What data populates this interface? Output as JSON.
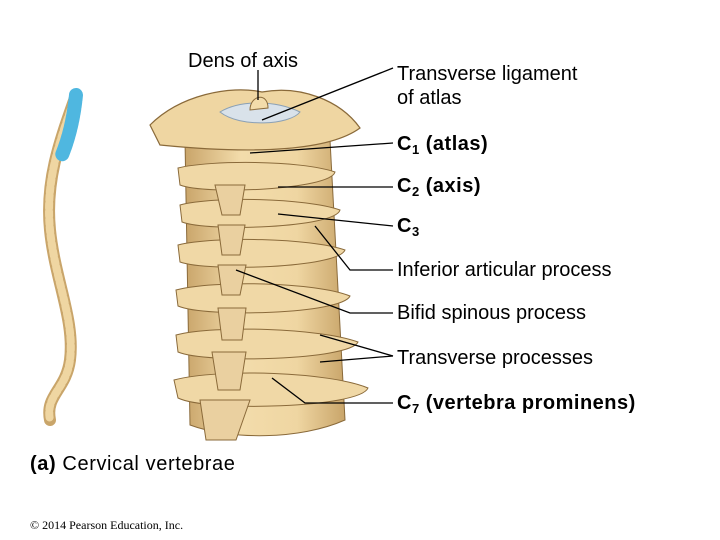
{
  "figure": {
    "caption_tag": "(a)",
    "caption": "Cervical vertebrae",
    "copyright": "© 2014 Pearson Education, Inc."
  },
  "labels": {
    "dens_of_axis": "Dens of axis",
    "transverse_ligament_line1": "Transverse ligament",
    "transverse_ligament_line2": "of atlas",
    "c1_letter": "C",
    "c1_num": "1",
    "c1_text": "(atlas)",
    "c2_letter": "C",
    "c2_num": "2",
    "c2_text": "(axis)",
    "c3_letter": "C",
    "c3_num": "3",
    "inferior_articular_process": "Inferior articular process",
    "bifid_spinous_process": "Bifid spinous process",
    "transverse_processes": "Transverse processes",
    "c7_letter": "C",
    "c7_num": "7",
    "c7_text": "(vertebra prominens)"
  },
  "colors": {
    "bone": "#efd6a2",
    "bone_shadow": "#c9a56a",
    "bone_outline": "#8a6a3a",
    "highlight": "#4fb7e0",
    "ligament": "#d9e2ea",
    "leader": "#000000"
  }
}
